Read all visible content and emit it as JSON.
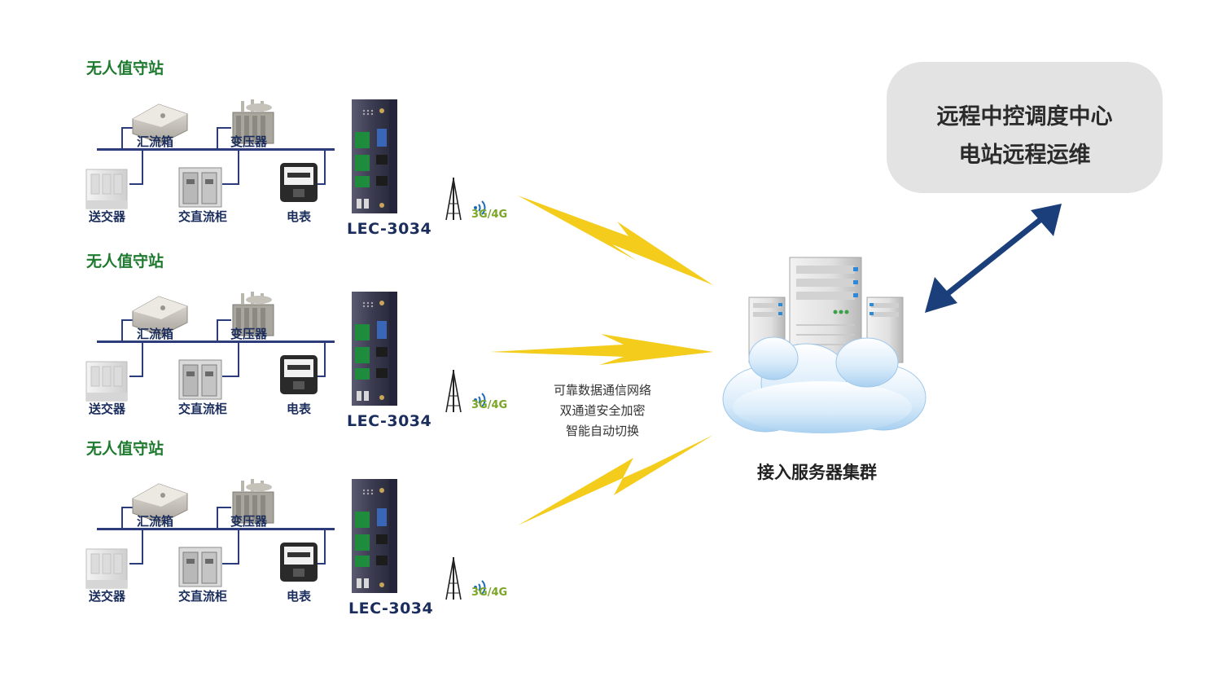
{
  "stations": [
    {
      "title": "无人值守站",
      "devices": {
        "combiner": "汇流箱",
        "transformer": "变压器",
        "inverter": "送交器",
        "ac_cabinet": "交直流柜",
        "meter": "电表"
      },
      "gateway": "LEC-3034",
      "network": "3G/4G"
    },
    {
      "title": "无人值守站",
      "devices": {
        "combiner": "汇流箱",
        "transformer": "变压器",
        "inverter": "送交器",
        "ac_cabinet": "交直流柜",
        "meter": "电表"
      },
      "gateway": "LEC-3034",
      "network": "3G/4G"
    },
    {
      "title": "无人值守站",
      "devices": {
        "combiner": "汇流箱",
        "transformer": "变压器",
        "inverter": "送交器",
        "ac_cabinet": "交直流柜",
        "meter": "电表"
      },
      "gateway": "LEC-3034",
      "network": "3G/4G"
    }
  ],
  "network_features": [
    "可靠数据通信网络",
    "双通道安全加密",
    "智能自动切换"
  ],
  "server": {
    "label": "接入服务器集群"
  },
  "control_center": {
    "line1": "远程中控调度中心",
    "line2": "电站远程运维"
  },
  "colors": {
    "bus": "#2d3c7a",
    "bolt": "#f4cc1c",
    "arrow": "#1b3f7a",
    "station_title": "#1e7a2e",
    "network": "#7aa525"
  }
}
